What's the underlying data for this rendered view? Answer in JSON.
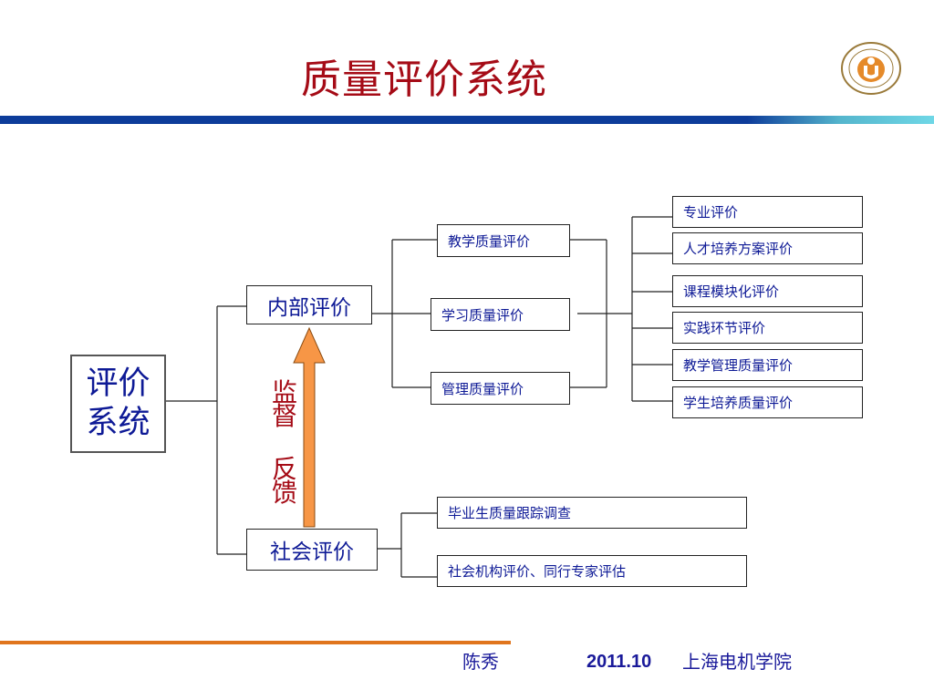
{
  "title": "质量评价系统",
  "root": "评价系统",
  "internal": {
    "label": "内部评价",
    "level2": [
      "教学质量评价",
      "学习质量评价",
      "管理质量评价"
    ],
    "level3": [
      "专业评价",
      "人才培养方案评价",
      "课程模块化评价",
      "实践环节评价",
      "教学管理质量评价",
      "学生培养质量评价"
    ]
  },
  "social": {
    "label": "社会评价",
    "items": [
      "毕业生质量跟踪调查",
      "社会机构评价、同行专家评估"
    ]
  },
  "feedback": {
    "supervise": "监督",
    "feedback": "反馈"
  },
  "footer": {
    "author": "陈秀",
    "date": "2011.10",
    "school": "上海电机学院"
  },
  "colors": {
    "title": "#a50b16",
    "box_text": "#0e1a96",
    "arrow_fill": "#f79646",
    "bar_primary": "#0d3c9a",
    "bar_accent": "#6fd7e6",
    "footer_line": "#e0751d"
  }
}
